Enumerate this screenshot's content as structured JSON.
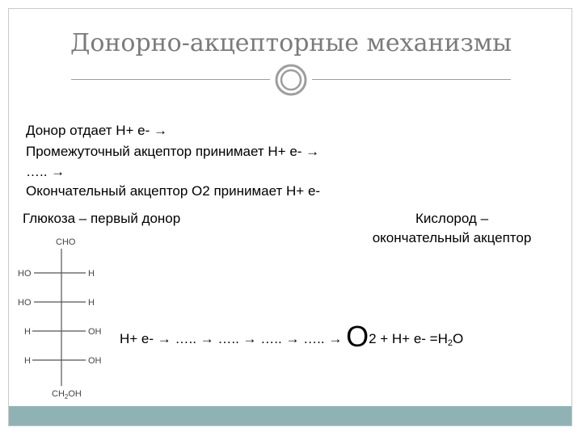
{
  "title": "Донорно-акцепторные механизмы",
  "lines": [
    "Донор отдает Н+ е- →",
    "Промежуточный акцептор принимает Н+ е- →",
    "….. →",
    "Окончательный акцептор О2 принимает Н+ е-"
  ],
  "glucose_label": "Глюкоза – первый донор",
  "oxygen_label_1": "Кислород –",
  "oxygen_label_2": "окончательный акцептор",
  "chain": {
    "prefix": "Н+ е- → ….. → ….. → ….. → ….. → ",
    "o_big": "O",
    "suffix_1": "2 + Н+ е- =Н",
    "sub_2": "2",
    "suffix_2": "O"
  },
  "glucose": {
    "top": "CHO",
    "rows": [
      {
        "left": "HO",
        "right": "H"
      },
      {
        "left": "HO",
        "right": "H"
      },
      {
        "left": "H",
        "right": "OH"
      },
      {
        "left": "H",
        "right": "OH"
      }
    ],
    "bottom_main": "CH",
    "bottom_sub": "2",
    "bottom_end": "OH"
  }
}
